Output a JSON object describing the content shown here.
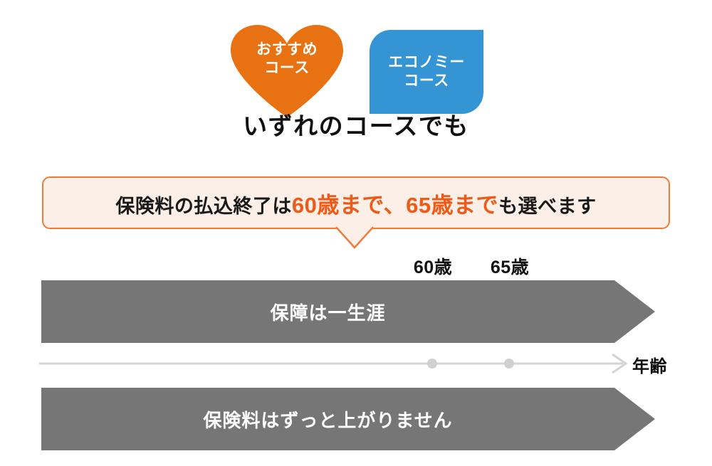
{
  "badges": [
    {
      "id": "recommended-course",
      "shape": "heart",
      "color": "#E87211",
      "line1": "おすすめ",
      "line2": "コース"
    },
    {
      "id": "economy-course",
      "shape": "rounded-tag",
      "color": "#3494D4",
      "line1": "エコノミー",
      "line2": "コース"
    }
  ],
  "heading": "いずれのコースでも",
  "callout": {
    "prefix": "保険料の払込終了は",
    "highlight": "60歳まで、65歳まで",
    "suffix": "も選べます",
    "fill_color": "#FCEFE7",
    "border_color": "#EE7B3C",
    "highlight_color": "#F05A17"
  },
  "timeline": {
    "axis_label": "年齢",
    "axis_color": "#D4D4D4",
    "marker_color": "#D0D0D0",
    "ticks": [
      {
        "label": "60歳"
      },
      {
        "label": "65歳"
      }
    ]
  },
  "bars": [
    {
      "id": "coverage",
      "label": "保障は一生涯",
      "color": "#767676"
    },
    {
      "id": "premium",
      "label": "保険料はずっと上がりません",
      "color": "#767676"
    }
  ]
}
